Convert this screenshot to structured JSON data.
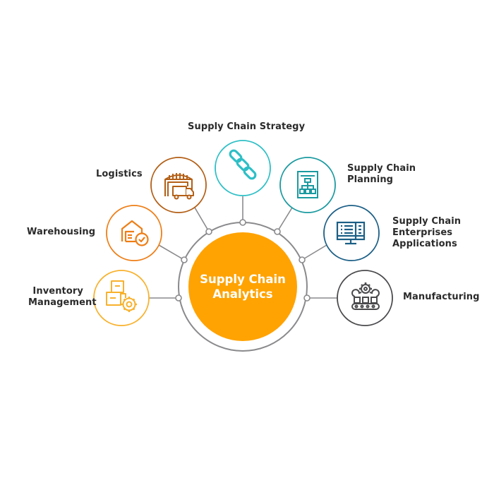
{
  "center": {
    "title_line1": "Supply Chain",
    "title_line2": "Analytics",
    "color": "#FFA302"
  },
  "colors": {
    "ring": "#8a8a8d",
    "label_text": "#2b2b2b"
  },
  "items": [
    {
      "id": "inventory-management",
      "lines": [
        "Inventory",
        "Management"
      ],
      "icon": "boxes-gear-icon",
      "color": "#F8B12C"
    },
    {
      "id": "warehousing",
      "lines": [
        "Warehousing"
      ],
      "icon": "warehouse-check-icon",
      "color": "#EE7E16"
    },
    {
      "id": "logistics",
      "lines": [
        "Logistics"
      ],
      "icon": "warehouse-truck-icon",
      "color": "#B35F16"
    },
    {
      "id": "supply-chain-strategy",
      "lines": [
        "Supply Chain Strategy"
      ],
      "icon": "chain-link-icon",
      "color": "#2EBFC6"
    },
    {
      "id": "supply-chain-planning",
      "lines": [
        "Supply Chain",
        "Planning"
      ],
      "icon": "org-chart-icon",
      "color": "#1A9AA0"
    },
    {
      "id": "supply-chain-enterprises-applications",
      "lines": [
        "Supply Chain",
        "Enterprises",
        "Applications"
      ],
      "icon": "monitor-icon",
      "color": "#1B5F86"
    },
    {
      "id": "manufacturing",
      "lines": [
        "Manufacturing"
      ],
      "icon": "assembly-line-icon",
      "color": "#4a4a4d"
    }
  ]
}
